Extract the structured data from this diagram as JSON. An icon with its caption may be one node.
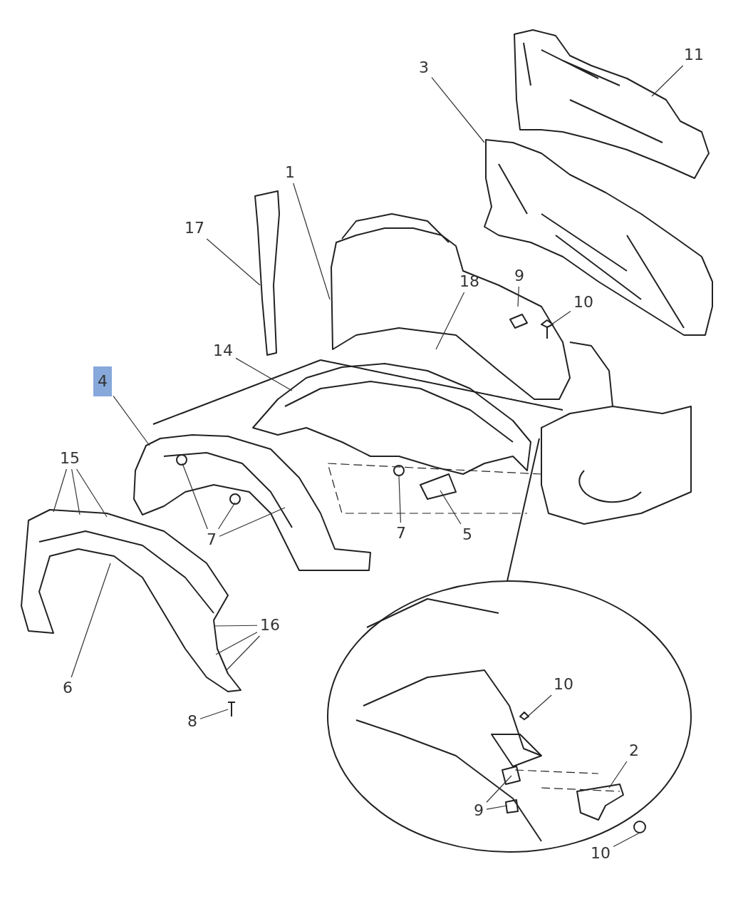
{
  "diagram": {
    "nodes": [
      {
        "text": [
          "11"
        ]
      },
      {
        "text": [
          "3"
        ]
      },
      {
        "text": [
          "1"
        ]
      },
      {
        "text": [
          "17"
        ]
      },
      {
        "text": [
          "18"
        ]
      },
      {
        "text": [
          "9"
        ]
      },
      {
        "text": [
          "10"
        ]
      },
      {
        "text": [
          "14"
        ]
      },
      {
        "text": [
          "4"
        ]
      },
      {
        "text": [
          "15"
        ]
      },
      {
        "text": [
          "7"
        ]
      },
      {
        "text": [
          "7"
        ]
      },
      {
        "text": [
          "5"
        ]
      },
      {
        "text": [
          "16"
        ]
      },
      {
        "text": [
          "10"
        ]
      },
      {
        "text": [
          "6"
        ]
      },
      {
        "text": [
          "8"
        ]
      },
      {
        "text": [
          "2"
        ]
      },
      {
        "text": [
          "9"
        ]
      },
      {
        "text": [
          "10"
        ]
      }
    ],
    "edges": [
      {
        "from": 0,
        "to": null,
        "arrow": "none"
      },
      {
        "from": 1,
        "to": null,
        "arrow": "none"
      },
      {
        "from": 2,
        "to": null,
        "arrow": "none"
      },
      {
        "from": 3,
        "to": null,
        "arrow": "none"
      },
      {
        "from": 4,
        "to": null,
        "arrow": "none"
      },
      {
        "from": 5,
        "to": null,
        "arrow": "none"
      },
      {
        "from": 6,
        "to": null,
        "arrow": "none"
      },
      {
        "from": 7,
        "to": null,
        "arrow": "none"
      },
      {
        "from": 8,
        "to": null,
        "arrow": "none"
      },
      {
        "from": 9,
        "to": null,
        "arrow": "none"
      },
      {
        "from": 9,
        "to": null,
        "arrow": "none"
      },
      {
        "from": 9,
        "to": null,
        "arrow": "none"
      },
      {
        "from": 10,
        "to": null,
        "arrow": "none"
      },
      {
        "from": 10,
        "to": null,
        "arrow": "none"
      },
      {
        "from": 10,
        "to": null,
        "arrow": "none"
      },
      {
        "from": 11,
        "to": null,
        "arrow": "none"
      },
      {
        "from": 12,
        "to": null,
        "arrow": "none"
      },
      {
        "from": 13,
        "to": null,
        "arrow": "none"
      },
      {
        "from": 13,
        "to": null,
        "arrow": "none"
      },
      {
        "from": 13,
        "to": null,
        "arrow": "none"
      },
      {
        "from": 14,
        "to": null,
        "arrow": "none"
      },
      {
        "from": 15,
        "to": null,
        "arrow": "none"
      },
      {
        "from": 16,
        "to": null,
        "arrow": "none"
      },
      {
        "from": 17,
        "to": null,
        "arrow": "none"
      },
      {
        "from": 18,
        "to": null,
        "arrow": "none"
      },
      {
        "from": 18,
        "to": null,
        "arrow": "none"
      },
      {
        "from": 19,
        "to": null,
        "arrow": "none"
      }
    ]
  }
}
